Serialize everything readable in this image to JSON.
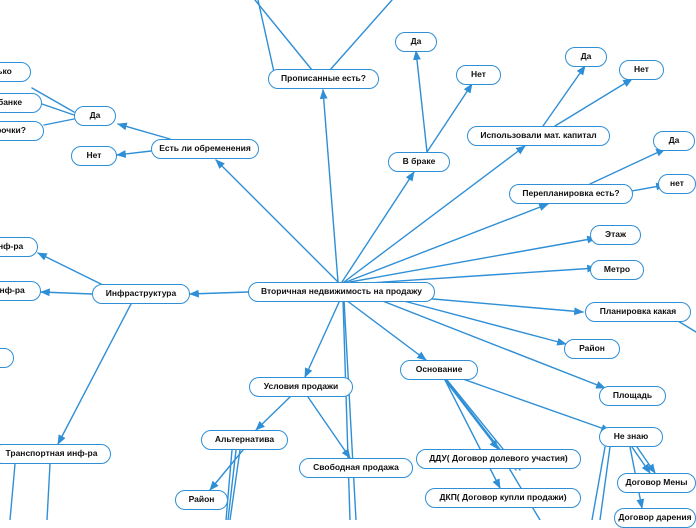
{
  "diagram": {
    "type": "mind-map",
    "line_color": "#2f8fd6",
    "node_border_color": "#2f8fd6",
    "root": "Вторичная недвижимость на продажу",
    "nodes": {
      "root": "Вторичная недвижимость на продажу",
      "propisannye": "Прописанные есть?",
      "v_brake": "В браке",
      "brak_da": "Да",
      "brak_net": "Нет",
      "matcap": "Использовали мат. капитал",
      "matcap_da": "Да",
      "matcap_net": "Нет",
      "pereplan": "Перепланировка есть?",
      "pereplan_da": "Да",
      "pereplan_net": "нет",
      "etazh": "Этаж",
      "metro": "Метро",
      "planirovka": "Планировка какая",
      "rayon": "Район",
      "ploshchad": "Площадь",
      "obremenenie": "Есть ли обременения",
      "obrem_da": "Да",
      "obrem_net": "Нет",
      "obrem_c1": "ько",
      "obrem_c2": "банке",
      "obrem_c3": "рочки?",
      "infrastruktura": "Инфраструктура",
      "infra_c1": "инф-ра",
      "infra_c2": "инф-ра",
      "transport": "Транспортная инф-ра",
      "usloviya": "Условия продажи",
      "alternativa": "Альтернатива",
      "alt_rayon": "Район",
      "svobodnaya": "Свободная продажа",
      "osnovanie": "Основание",
      "ddu": "ДДУ( Договор долевого участия)",
      "dkp": "ДКП( Договор купли продажи)",
      "ne_znayu": "Не знаю",
      "dogovor_meny": "Договор Мены",
      "dogovor_dareniya": "Договор дарения"
    }
  }
}
